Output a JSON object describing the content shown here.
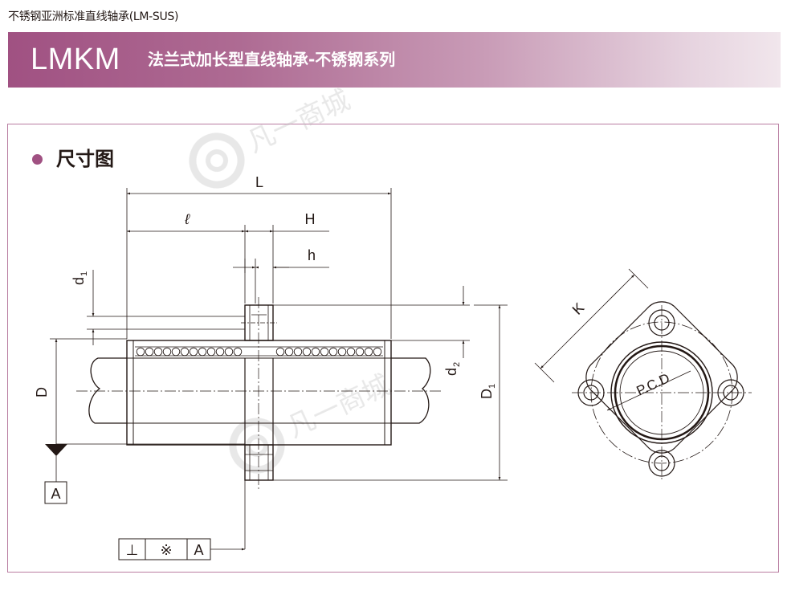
{
  "page": {
    "caption": "不锈钢亚洲标准直线轴承(LM-SUS)"
  },
  "banner": {
    "model": "LMKM",
    "title": "法兰式加长型直线轴承-不锈钢系列"
  },
  "section": {
    "title": "尺寸图"
  },
  "watermark": {
    "text": "凡一商城"
  },
  "dimensions": {
    "L": "L",
    "l": "ℓ",
    "H": "H",
    "h": "h",
    "d1_main": "d",
    "d1_sub": "1",
    "D": "D",
    "d2_main": "d",
    "d2_sub": "2",
    "D1_main": "D",
    "D1_sub": "1",
    "K": "K",
    "pcd": "P.C.D"
  },
  "datum": {
    "label": "A"
  },
  "tolerance_frame": {
    "symbol": "⊥",
    "value": "※",
    "datum": "A"
  },
  "colors": {
    "accent": "#a05182",
    "line": "#231815",
    "watermark": "#d9d9d9"
  }
}
